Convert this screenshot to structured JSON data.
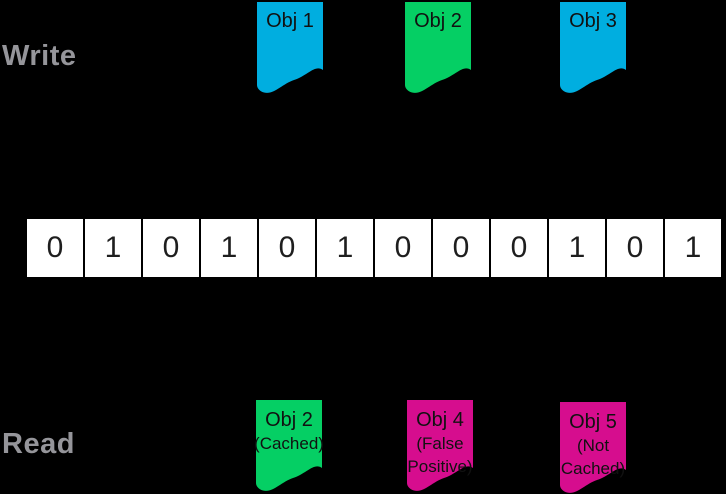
{
  "canvas": {
    "background": "#000000"
  },
  "colors": {
    "label_gray": "#95959a",
    "cyan": "#00aee0",
    "green": "#05cf64",
    "magenta": "#d60d8e",
    "cell_bg": "#ffffff",
    "cell_text": "#1e1e1e",
    "flag_text": "#111111"
  },
  "write_section": {
    "label": "Write",
    "objects": [
      {
        "label": "Obj 1",
        "color": "#00aee0"
      },
      {
        "label": "Obj 2",
        "color": "#05cf64"
      },
      {
        "label": "Obj 3",
        "color": "#00aee0"
      }
    ]
  },
  "bit_array": {
    "bits": [
      "0",
      "1",
      "0",
      "1",
      "0",
      "1",
      "0",
      "0",
      "0",
      "1",
      "0",
      "1"
    ]
  },
  "read_section": {
    "label": "Read",
    "objects": [
      {
        "label": "Obj 2",
        "sublabel": "(Cached)",
        "color": "#05cf64"
      },
      {
        "label": "Obj 4",
        "sublabel": "(False Positive)",
        "color": "#d60d8e"
      },
      {
        "label": "Obj 5",
        "sublabel": "(Not Cached)",
        "color": "#d60d8e"
      }
    ]
  }
}
